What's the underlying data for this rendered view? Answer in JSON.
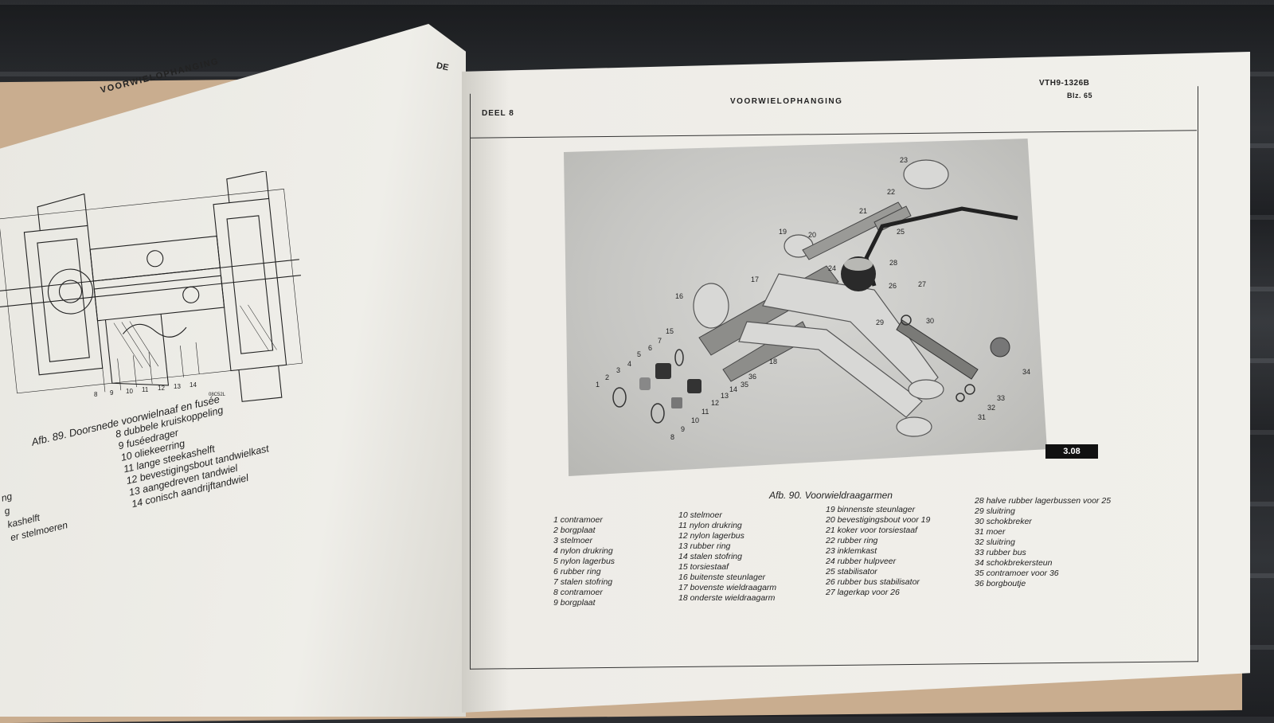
{
  "left_page": {
    "header_left": "VOORWIELOPHANGING",
    "header_right": "DE",
    "drawing_code": "08C52L",
    "caption": "Afb. 89. Doorsnede voorwielnaaf en fusée",
    "legend": [
      "8 dubbele kruiskoppeling",
      "9 fuséedrager",
      "10 oliekeerring",
      "11 lange steekashelft",
      "12 bevestigingsbout tandwielkast",
      "13 aangedreven tandwiel",
      "14 conisch aandrijftandwiel"
    ],
    "legend_fragments": [
      "ng",
      "g",
      "kashelft",
      "er stelmoeren"
    ],
    "drawing_numbers": [
      "8",
      "9",
      "10",
      "11",
      "12",
      "13",
      "14"
    ]
  },
  "right_page": {
    "section": "DEEL 8",
    "title": "VOORWIELOPHANGING",
    "code": "VTH9-1326B",
    "page_no": "Blz. 65",
    "badge": "3.08",
    "caption": "Afb. 90. Voorwieldraagarmen",
    "legend_col1": [
      "1 contramoer",
      "2 borgplaat",
      "3 stelmoer",
      "4 nylon drukring",
      "5 nylon lagerbus",
      "6 rubber ring",
      "7 stalen stofring",
      "8 contramoer",
      "9 borgplaat"
    ],
    "legend_col2": [
      "10 stelmoer",
      "11 nylon drukring",
      "12 nylon lagerbus",
      "13 rubber ring",
      "14 stalen stofring",
      "15 torsiestaaf",
      "16 buitenste steunlager",
      "17 bovenste wieldraagarm",
      "18 onderste wieldraagarm"
    ],
    "legend_col3": [
      "19 binnenste steunlager",
      "20 bevestigingsbout voor 19",
      "21 koker voor torsiestaaf",
      "22 rubber ring",
      "23 inklemkast",
      "24 rubber hulpveer",
      "25 stabilisator",
      "26 rubber bus stabilisator",
      "27 lagerkap voor 26"
    ],
    "legend_col4": [
      "28 halve rubber lagerbussen voor 25",
      "29 sluitring",
      "30 schokbreker",
      "31 moer",
      "32 sluitring",
      "33 rubber bus",
      "34 schokbrekersteun",
      "35 contramoer voor 36",
      "36 borgboutje"
    ]
  }
}
